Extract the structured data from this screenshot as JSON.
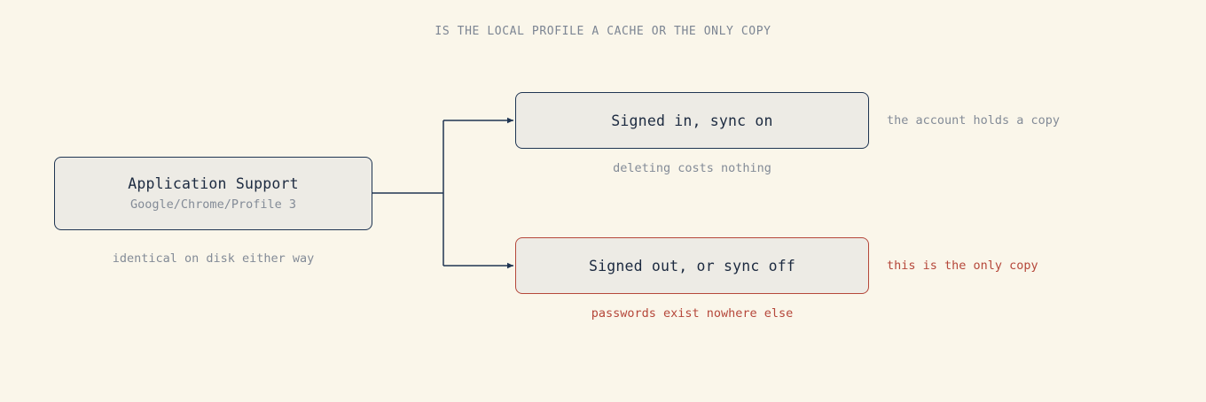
{
  "diagram": {
    "title": "IS THE LOCAL PROFILE A CACHE OR THE ONLY COPY",
    "source": {
      "title": "Application Support",
      "subtitle": "Google/Chrome/Profile 3",
      "caption": "identical on disk either way"
    },
    "branches": [
      {
        "title": "Signed in, sync on",
        "side_note": "the account holds a copy",
        "caption": "deleting costs nothing",
        "state": "safe"
      },
      {
        "title": "Signed out, or sync off",
        "side_note": "this is the only copy",
        "caption": "passwords exist nowhere else",
        "state": "warning"
      }
    ]
  },
  "colors": {
    "background": "#faf6ea",
    "box_fill": "#edebe5",
    "outline": "#1f3552",
    "warning": "#b5473a",
    "muted_text": "#838b97"
  }
}
